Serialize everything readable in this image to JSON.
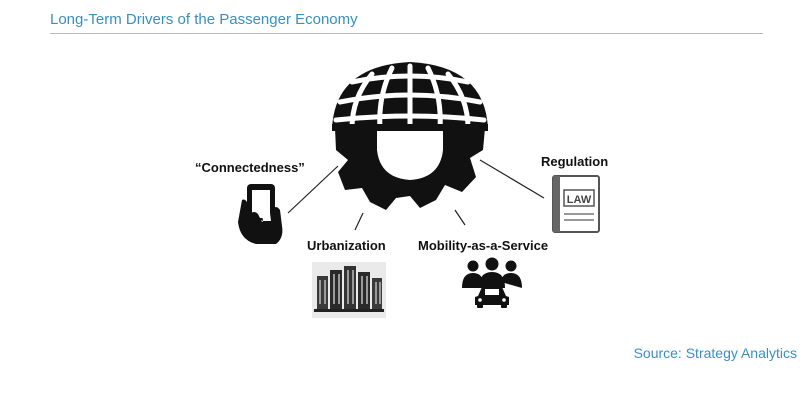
{
  "title": "Long-Term Drivers of the Passenger Economy",
  "source": "Source: Strategy Analytics",
  "hub": {
    "icon": "gear-globe-icon"
  },
  "drivers": [
    {
      "label": "“Connectedness”",
      "icon": "smartphone-hand-icon"
    },
    {
      "label": "Urbanization",
      "icon": "city-buildings-icon"
    },
    {
      "label": "Mobility-as-a-Service",
      "icon": "people-car-icon"
    },
    {
      "label": "Regulation",
      "icon": "law-book-icon",
      "icon_text": "LAW"
    }
  ],
  "colors": {
    "title": "#3a8fc0",
    "source": "#3a8fc0",
    "icon": "#111111"
  }
}
